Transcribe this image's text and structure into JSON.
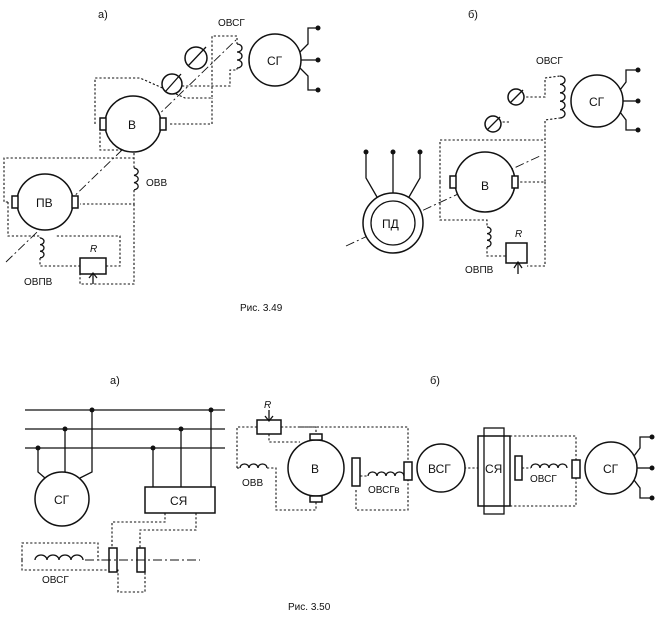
{
  "fig349": {
    "caption": "Рис. 3.49",
    "a": {
      "label": "а)",
      "ovsg": "ОВСГ",
      "sg": "СГ",
      "v": "В",
      "ovv": "ОВВ",
      "pv": "ПВ",
      "r": "R",
      "ovpv": "ОВПВ"
    },
    "b": {
      "label": "б)",
      "ovsg": "ОВСГ",
      "sg": "СГ",
      "v": "В",
      "pd": "ПД",
      "r": "R",
      "ovpv": "ОВПВ"
    }
  },
  "fig350": {
    "caption": "Рис. 3.50",
    "a": {
      "label": "а)",
      "sg": "СГ",
      "sya": "СЯ",
      "ovsg": "ОВСГ"
    },
    "b": {
      "label": "б)",
      "r": "R",
      "ovv": "ОВВ",
      "v": "В",
      "ovsgv": "ОВСГв",
      "vsg": "ВСГ",
      "sya": "СЯ",
      "ovsg": "ОВСГ",
      "sg": "СГ"
    }
  }
}
